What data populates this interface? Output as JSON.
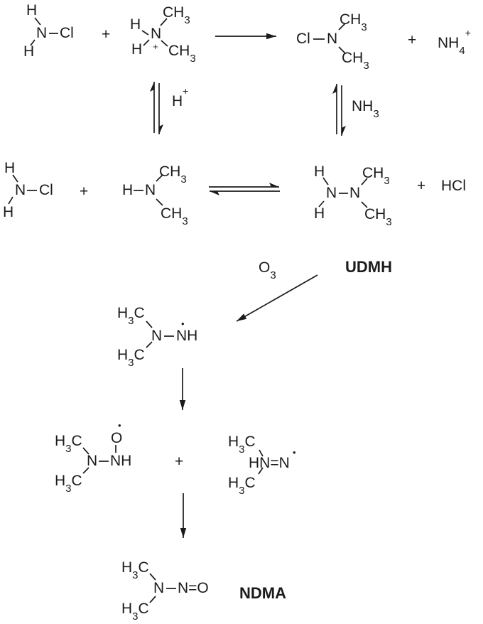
{
  "colors": {
    "ink": "#1b1b1b",
    "background": "#ffffff"
  },
  "step1": {
    "chloramine": {
      "h_top": "H",
      "n": "N",
      "cl": "Cl",
      "h_bottom": "H"
    },
    "plus_left": "+",
    "dimethylammonium": {
      "h_top": "H",
      "n": "N",
      "charge": "+",
      "ch3_top_base": "CH",
      "ch3_top_sub": "3",
      "h_bottom": "H",
      "ch3_bottom_base": "CH",
      "ch3_bottom_sub": "3"
    },
    "chlorodimethylamine": {
      "cl": "Cl",
      "n": "N",
      "ch3_top_base": "CH",
      "ch3_top_sub": "3",
      "ch3_bottom_base": "CH",
      "ch3_bottom_sub": "3"
    },
    "plus_right": "+",
    "ammonium": {
      "base": "NH",
      "sub": "4",
      "sup": "+"
    }
  },
  "equilibrium_left_label": {
    "base": "H",
    "sup": "+"
  },
  "equilibrium_right_label": {
    "base": "NH",
    "sub": "3"
  },
  "step2": {
    "chloramine": {
      "h_top": "H",
      "n": "N",
      "cl": "Cl",
      "h_bottom": "H"
    },
    "plus_left": "+",
    "dimethylamine": {
      "h": "H",
      "n": "N",
      "ch3_top_base": "CH",
      "ch3_top_sub": "3",
      "ch3_bottom_base": "CH",
      "ch3_bottom_sub": "3"
    },
    "udmh": {
      "h_top": "H",
      "n_left": "N",
      "n_right": "N",
      "ch3_top_base": "CH",
      "ch3_top_sub": "3",
      "ch3_bottom_base": "CH",
      "ch3_bottom_sub": "3",
      "h_bottom": "H"
    },
    "plus_right": "+",
    "hcl": "HCl"
  },
  "ozonation": {
    "o3_base": "O",
    "o3_sub": "3",
    "udmh_label": "UDMH"
  },
  "radical_intermediate": {
    "h3c_top_h": "H",
    "h3c_top_sub": "3",
    "h3c_top_c": "C",
    "n_left": "N",
    "nh": "NH",
    "radical_dot": "•",
    "h3c_bottom_h": "H",
    "h3c_bottom_sub": "3",
    "h3c_bottom_c": "C"
  },
  "step4": {
    "aminoxyl": {
      "h3c_top_h": "H",
      "h3c_top_sub": "3",
      "h3c_top_c": "C",
      "o": "O",
      "radical_dot": "•",
      "n_left": "N",
      "nh": "NH",
      "h3c_bottom_h": "H",
      "h3c_bottom_sub": "3",
      "h3c_bottom_c": "C"
    },
    "plus": "+",
    "diazenyl": {
      "h3c_top_h": "H",
      "h3c_top_sub": "3",
      "h3c_top_c": "C",
      "hnn": "HN=N",
      "radical_dot": "•",
      "h3c_bottom_h": "H",
      "h3c_bottom_sub": "3",
      "h3c_bottom_c": "C"
    }
  },
  "step5": {
    "ndma": {
      "h3c_top_h": "H",
      "h3c_top_sub": "3",
      "h3c_top_c": "C",
      "n": "N",
      "no": "N=O",
      "h3c_bottom_h": "H",
      "h3c_bottom_sub": "3",
      "h3c_bottom_c": "C"
    },
    "label": "NDMA"
  }
}
